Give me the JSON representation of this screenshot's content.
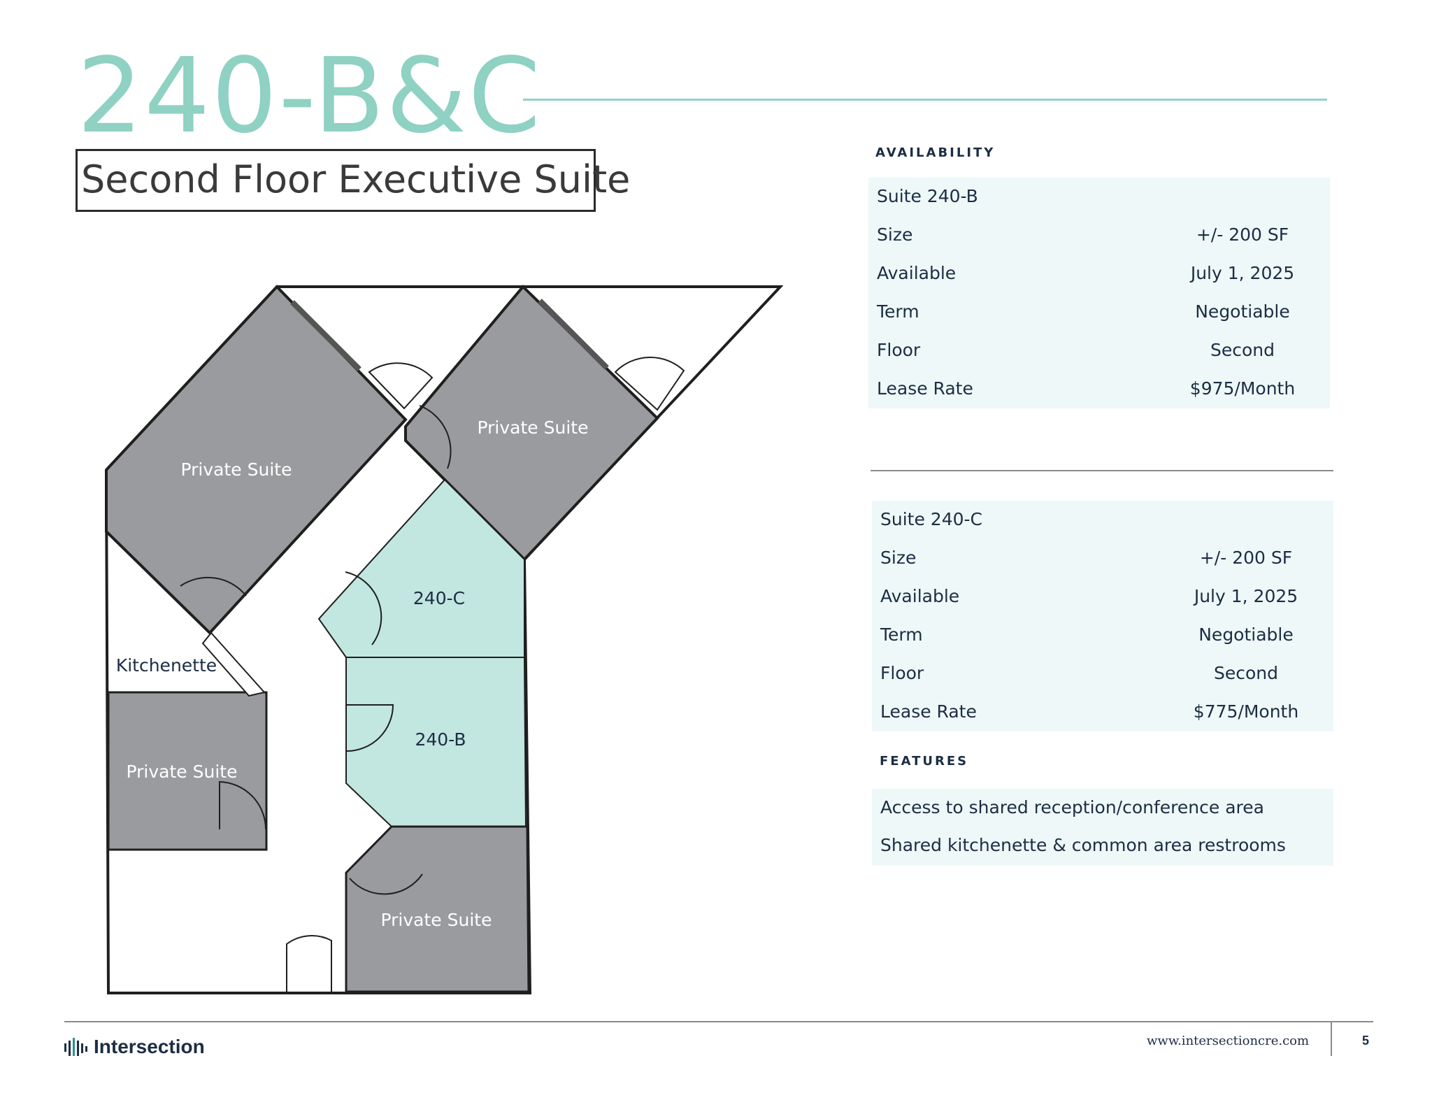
{
  "header": {
    "title": "240-B&C",
    "subtitle": "Second Floor Executive Suite"
  },
  "availability": {
    "heading": "AVAILABILITY",
    "suites": [
      {
        "name": "Suite 240-B",
        "rows": [
          {
            "label": "Size",
            "value": "+/- 200 SF"
          },
          {
            "label": "Available",
            "value": "July 1, 2025"
          },
          {
            "label": "Term",
            "value": "Negotiable"
          },
          {
            "label": "Floor",
            "value": "Second"
          },
          {
            "label": "Lease Rate",
            "value": "$975/Month"
          }
        ]
      },
      {
        "name": "Suite 240-C",
        "rows": [
          {
            "label": "Size",
            "value": "+/- 200 SF"
          },
          {
            "label": "Available",
            "value": "July 1, 2025"
          },
          {
            "label": "Term",
            "value": "Negotiable"
          },
          {
            "label": "Floor",
            "value": "Second"
          },
          {
            "label": "Lease Rate",
            "value": "$775/Month"
          }
        ]
      }
    ]
  },
  "features": {
    "heading": "FEATURES",
    "items": [
      "Access to shared reception/conference area",
      "Shared kitchenette & common area restrooms"
    ]
  },
  "floorplan": {
    "labels": {
      "suite_top_left": "Private Suite",
      "suite_top_right": "Private Suite",
      "suite_left": "Private Suite",
      "suite_bottom": "Private Suite",
      "unit_c": "240-C",
      "unit_b": "240-B",
      "kitchenette": "Kitchenette"
    },
    "colors": {
      "private": "#9a9b9e",
      "available": "#c2e6e0",
      "wall": "#1f1f1f"
    }
  },
  "footer": {
    "logo_text": "Intersection",
    "website": "www.intersectioncre.com",
    "page_number": "5"
  },
  "colors": {
    "accent": "#8fd1c3",
    "panel": "#eef8f8",
    "text": "#1c2d44"
  },
  "icons": {
    "logo": "bars-logo-icon"
  }
}
